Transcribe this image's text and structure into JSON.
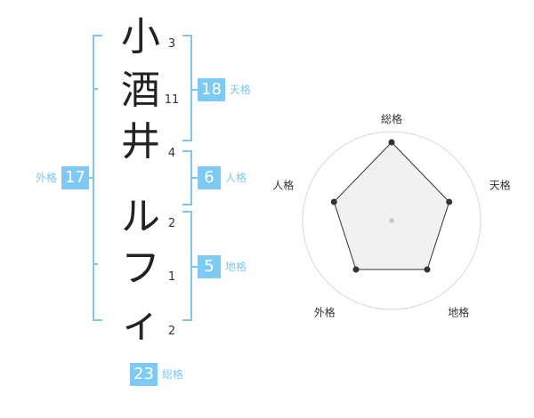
{
  "name_chars": [
    {
      "char": "小",
      "strokes": "3"
    },
    {
      "char": "酒",
      "strokes": "11"
    },
    {
      "char": "井",
      "strokes": "4"
    },
    {
      "char": "ル",
      "strokes": "2"
    },
    {
      "char": "フ",
      "strokes": "1"
    },
    {
      "char": "ィ",
      "strokes": "2"
    }
  ],
  "kaku": {
    "tenkaku": {
      "value": "18",
      "label": "天格"
    },
    "jinkaku": {
      "value": "6",
      "label": "人格"
    },
    "chikaku": {
      "value": "5",
      "label": "地格"
    },
    "gaikaku": {
      "value": "17",
      "label": "外格"
    },
    "soukaku": {
      "value": "23",
      "label": "総格"
    }
  },
  "colors": {
    "accent": "#7fcaf2",
    "bracket": "#7fc6ee",
    "radar_line": "#333333",
    "radar_ring": "#d8d8d8",
    "radar_fill": "#efefef"
  },
  "chart_data": {
    "type": "radar",
    "axes": [
      "総格",
      "天格",
      "地格",
      "外格",
      "人格"
    ],
    "values": [
      1.0,
      0.82,
      0.82,
      0.82,
      0.82
    ],
    "rings": 4
  }
}
